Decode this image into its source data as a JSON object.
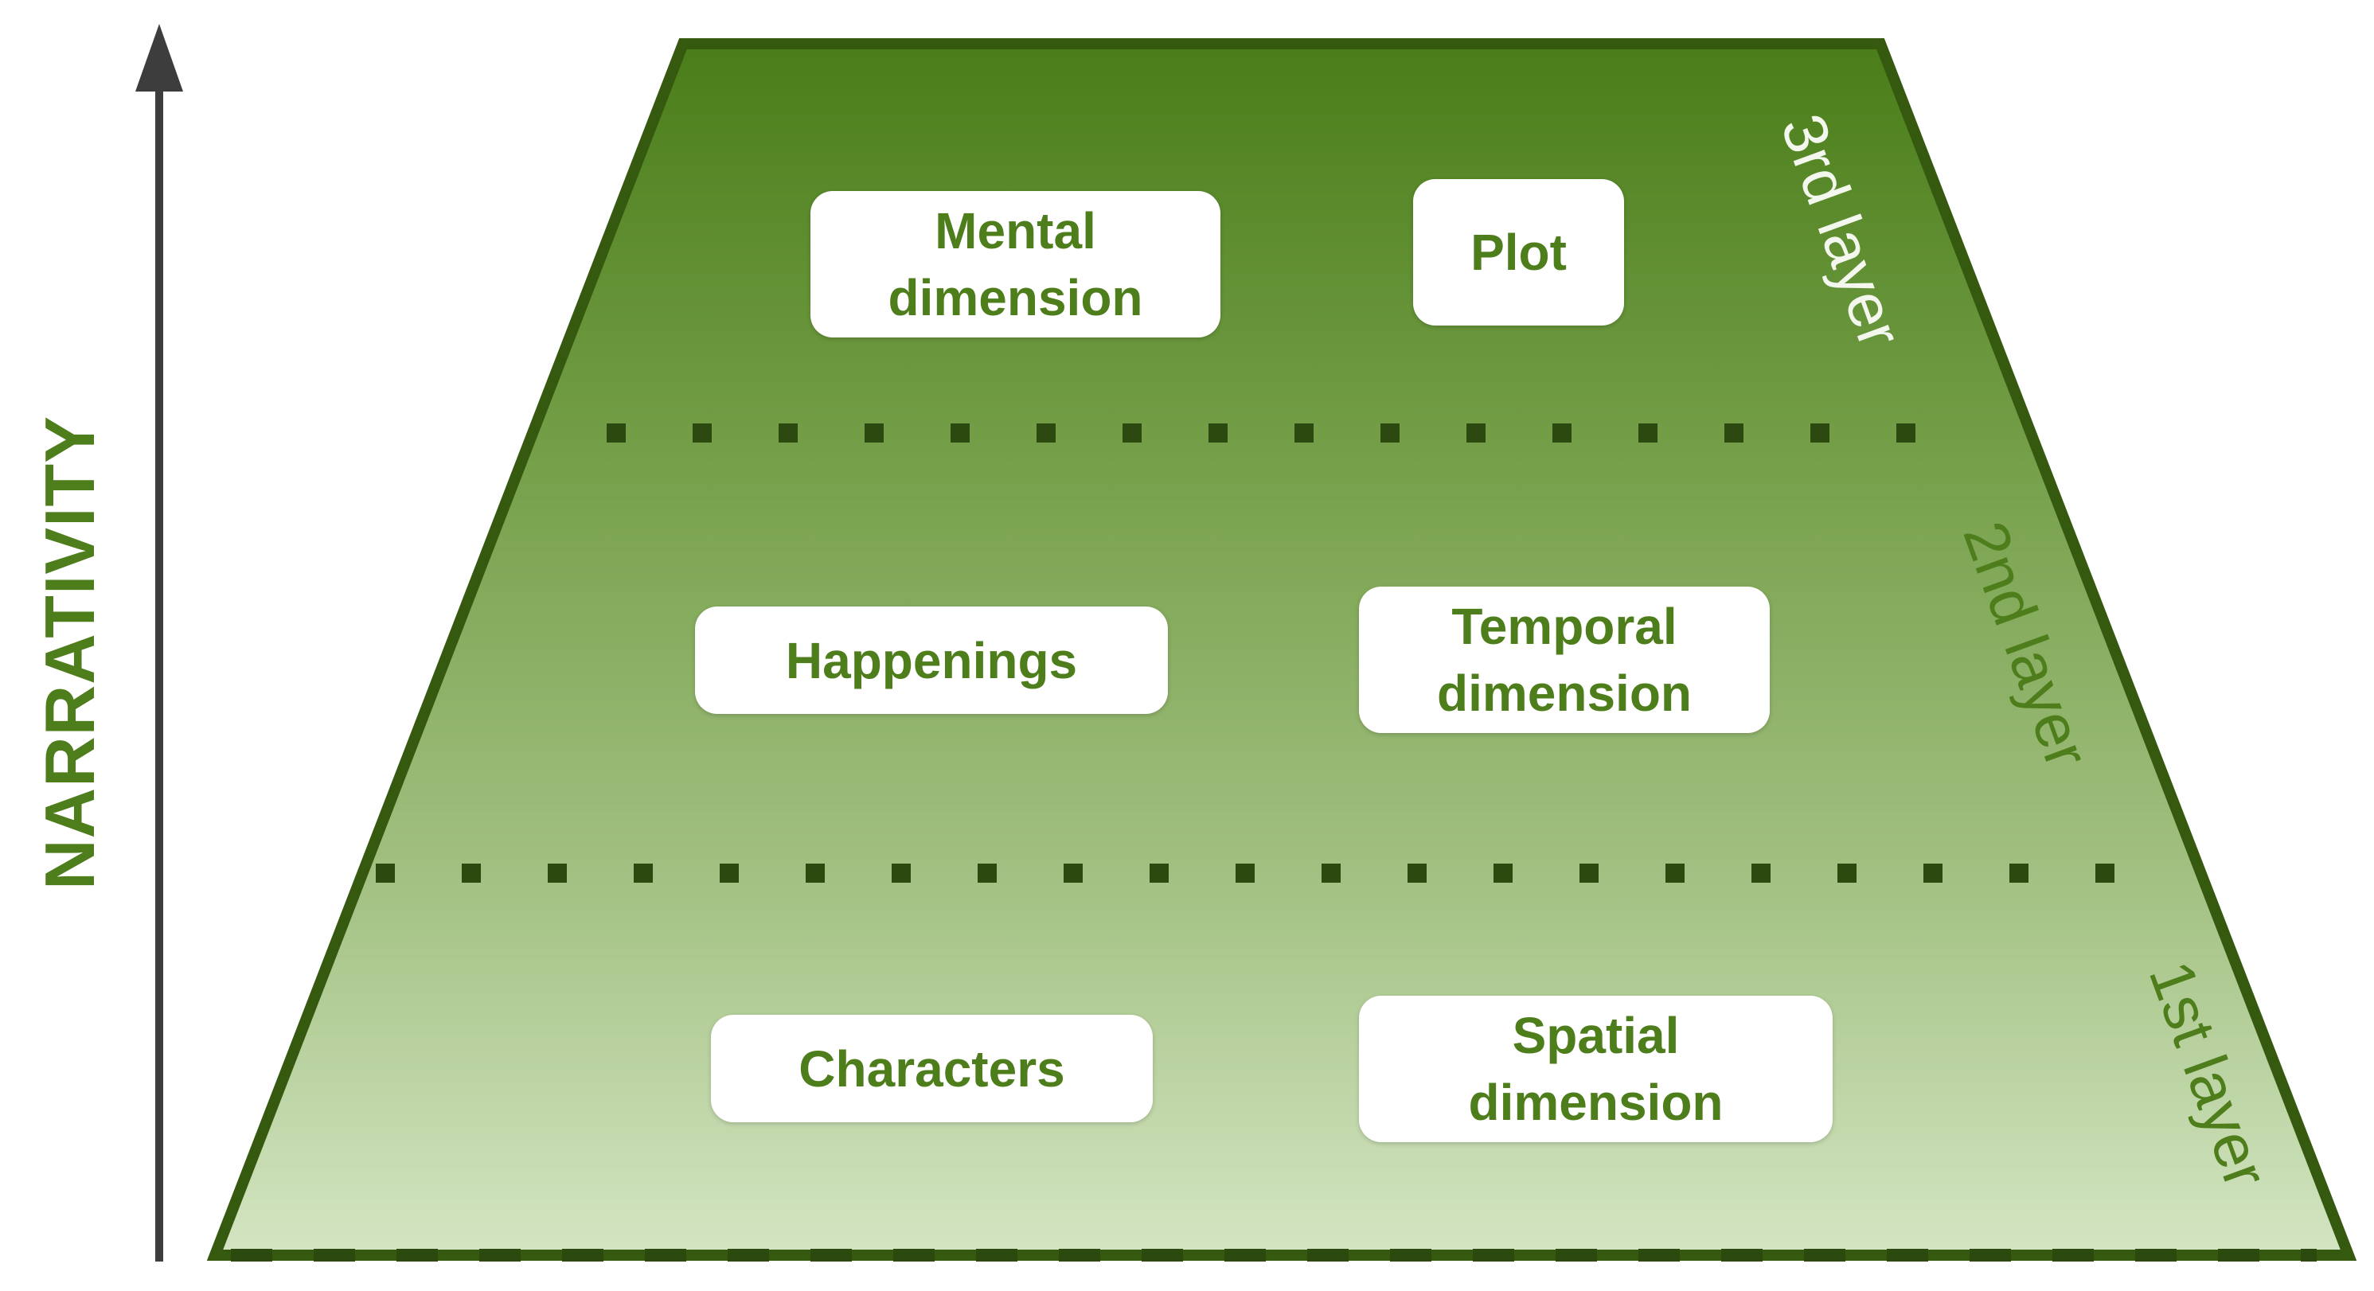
{
  "axis": {
    "label": "NARRATIVITY"
  },
  "layers": [
    {
      "label": "3rd layer",
      "boxes": [
        {
          "lines": [
            "Mental",
            "dimension"
          ]
        },
        {
          "lines": [
            "Plot"
          ]
        }
      ]
    },
    {
      "label": "2nd layer",
      "boxes": [
        {
          "lines": [
            "Happenings"
          ]
        },
        {
          "lines": [
            "Temporal",
            "dimension"
          ]
        }
      ]
    },
    {
      "label": "1st layer",
      "boxes": [
        {
          "lines": [
            "Characters"
          ]
        },
        {
          "lines": [
            "Spatial",
            "dimension"
          ]
        }
      ]
    }
  ],
  "colors": {
    "dark_green": "#34590f",
    "text_green": "#4e7d1b",
    "axis_grey": "#3d3d3d"
  }
}
